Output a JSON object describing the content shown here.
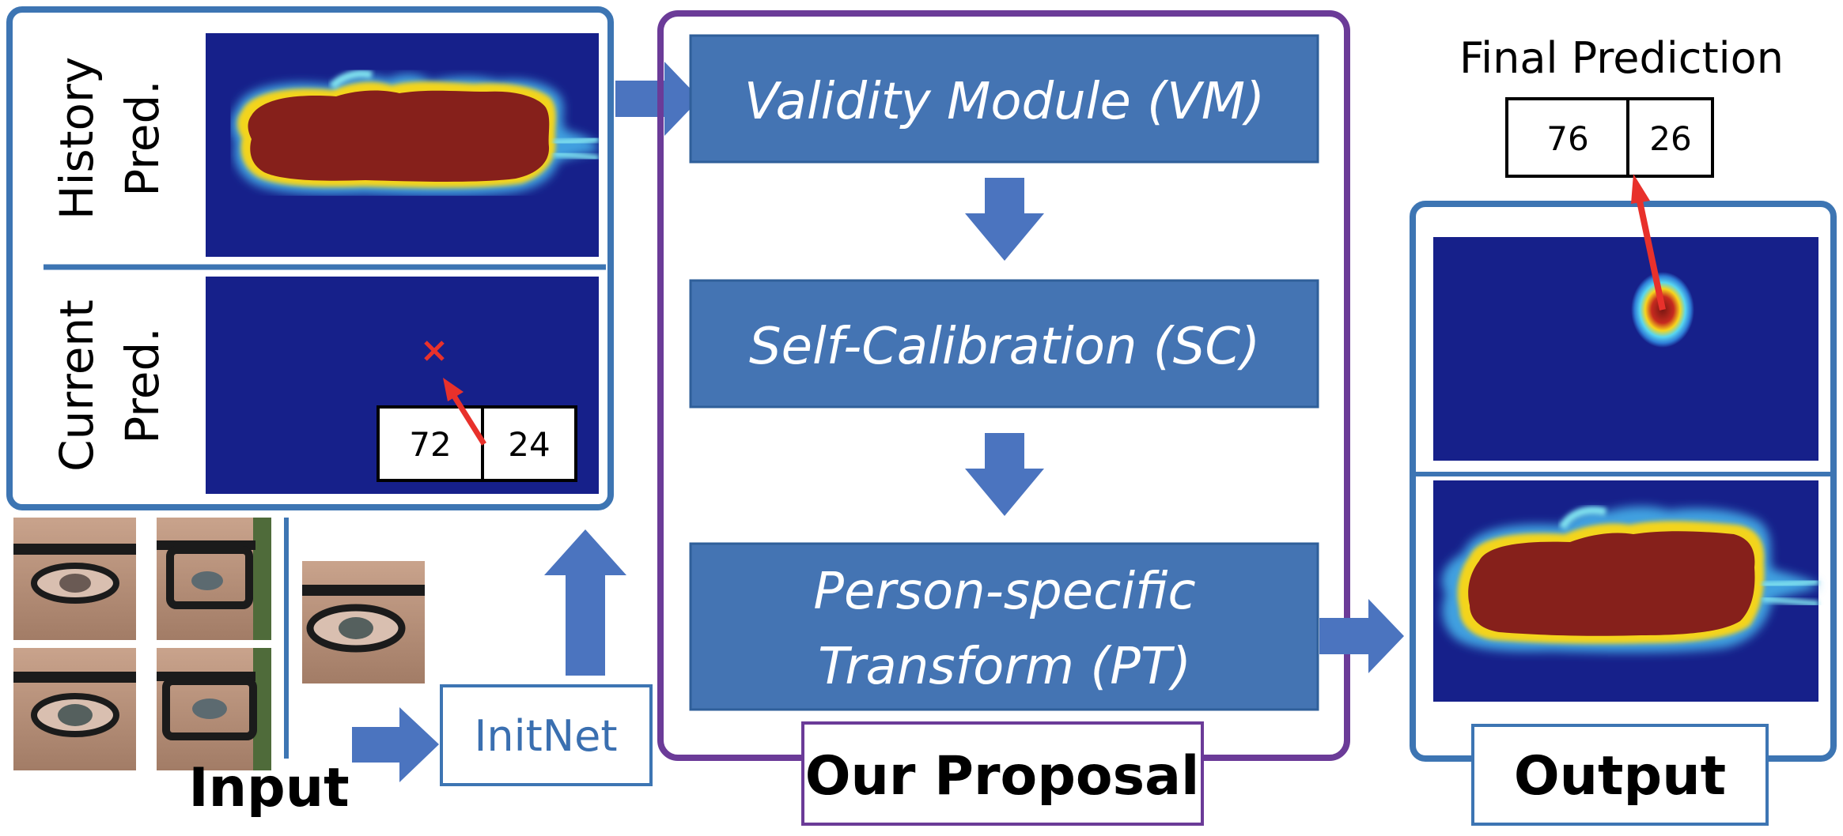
{
  "input_panel": {
    "history_label_line1": "History",
    "history_label_line2": "Pred.",
    "current_label_line1": "Current",
    "current_label_line2": "Pred.",
    "current_values": [
      "72",
      "24"
    ],
    "input_title": "Input",
    "initnet_label": "InitNet"
  },
  "proposal": {
    "modules": [
      {
        "label": "Validity Module (VM)"
      },
      {
        "label": "Self-Calibration (SC)"
      },
      {
        "label_line1": "Person-specific",
        "label_line2": "Transform (PT)"
      }
    ],
    "title": "Our Proposal"
  },
  "output": {
    "final_prediction_label": "Final Prediction",
    "final_values": [
      "76",
      "26"
    ],
    "title": "Output"
  },
  "colors": {
    "panel_border": "#3d75b3",
    "proposal_border": "#6b3b98",
    "module_fill": "#4474b3",
    "arrow_fill": "#4b74bf",
    "heatmap_bg": "#16208a",
    "heatmap_hot": "#86201b",
    "marker_red": "#e8312b"
  },
  "icons": [
    "cross-marker-icon",
    "red-arrow-icon"
  ]
}
